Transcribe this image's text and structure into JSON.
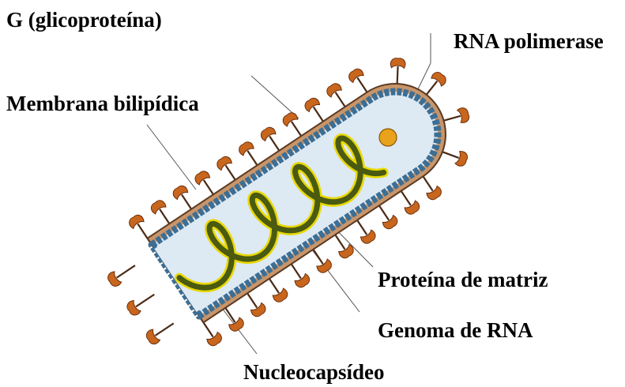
{
  "labels": {
    "glycoprotein": "G (glicoproteína)",
    "rna_polymerase": "RNA polimerase",
    "membrane": "Membrana bilipídica",
    "matrix_protein": "Proteína de matriz",
    "rna_genome": "Genoma de RNA",
    "nucleocapsid": "Nucleocapsídeo"
  },
  "colors": {
    "envelope": "#c8956a",
    "envelope_edge": "#5a3a22",
    "matrix": "#3d6e94",
    "interior": "#dde9f3",
    "spike": "#c8661e",
    "spike_edge": "#6b2e08",
    "stem": "#4a2a16",
    "genome_core": "#4a5a10",
    "genome_edge": "#e8d800",
    "polymerase": "#e8a21c",
    "leader": "#555555"
  }
}
